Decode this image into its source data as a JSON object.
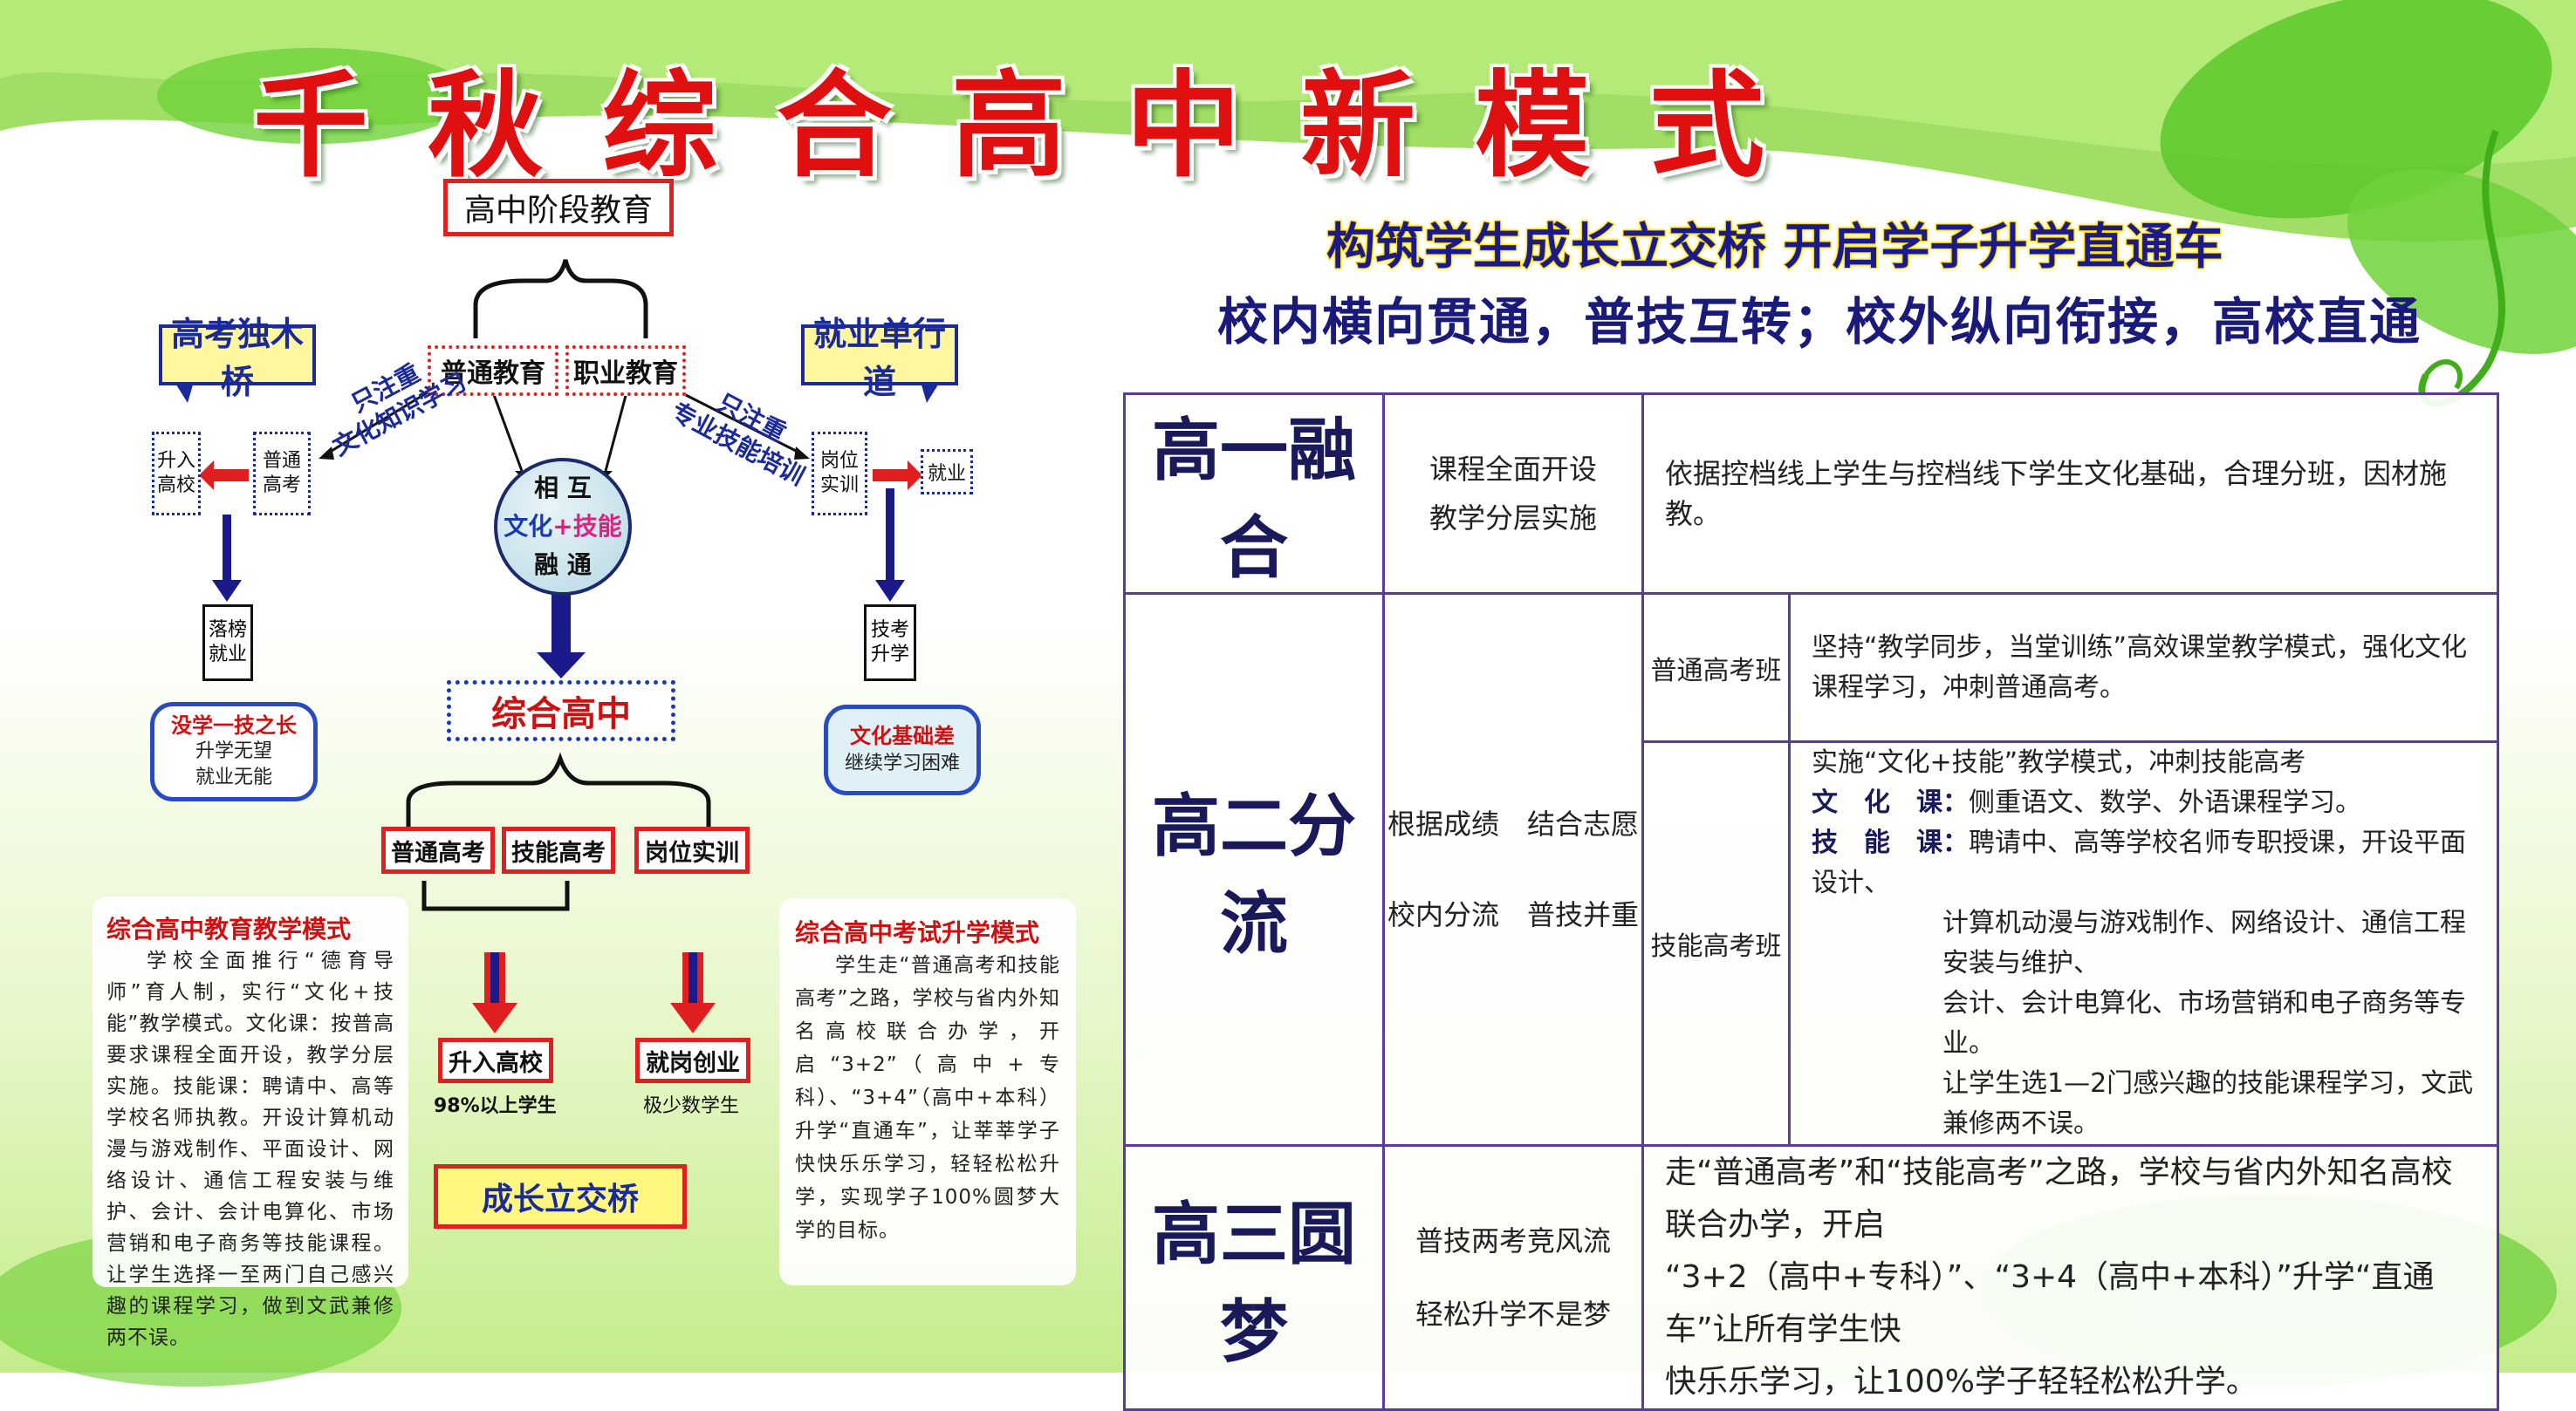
{
  "title": "千秋综合高中新模式",
  "slogan1": "构筑学生成长立交桥  开启学子升学直通车",
  "slogan2": "校内横向贯通，普技互转；校外纵向衔接，高校直通",
  "colors": {
    "title_red": "#e01010",
    "navy": "#1a1a8a",
    "green": "#7ccf3a"
  },
  "diagram": {
    "top": "高中阶段教育",
    "general": "普通教育",
    "vocational": "职业教育",
    "left_callout": "高考独木桥",
    "right_callout": "就业单行道",
    "left_arrow_label_1": "只注重",
    "left_arrow_label_2": "文化知识学习",
    "right_arrow_label_1": "只注重",
    "right_arrow_label_2": "专业技能培训",
    "enter_uni": "升入高校",
    "gen_exam": "普通高考",
    "post_train": "岗位实训",
    "employ": "就业",
    "circle_l1": "相 互",
    "circle_l2a": "文化",
    "circle_plus": "+",
    "circle_l2b": "技能",
    "circle_l3": "融 通",
    "fail": "落榜就业",
    "skill_exam": "技考升学",
    "left_bubble_t": "没学一技之长",
    "left_bubble_b1": "升学无望",
    "left_bubble_b2": "就业无能",
    "right_bubble_t": "文化基础差",
    "right_bubble_b": "继续学习困难",
    "comp": "综合高中",
    "b_gen": "普通高考",
    "b_skill": "技能高考",
    "b_post": "岗位实训",
    "res_uni": "升入高校",
    "res_uni_sub": "98%以上学生",
    "res_job": "就岗创业",
    "res_job_sub": "极少数学生",
    "bridge": "成长立交桥"
  },
  "panel_left": {
    "title": "综合高中教育教学模式",
    "body": "学校全面推行“德育导师”育人制，实行“文化+技能”教学模式。文化课：按普高要求课程全面开设，教学分层实施。技能课：聘请中、高等学校名师执教。开设计算机动漫与游戏制作、平面设计、网络设计、通信工程安装与维护、会计、会计电算化、市场营销和电子商务等技能课程。让学生选择一至两门自己感兴趣的课程学习，做到文武兼修两不误。"
  },
  "panel_right": {
    "title": "综合高中考试升学模式",
    "body": "学生走“普通高考和技能高考”之路，学校与省内外知名高校联合办学，开启“3+2”（高中+专科）、“3+4”（高中+本科）升学“直通车”，让莘莘学子快快乐乐学习，轻轻松松升学，实现学子100%圆梦大学的目标。"
  },
  "grid": {
    "r1": {
      "name": "高一融合",
      "mid1": "课程全面开设",
      "mid2": "教学分层实施",
      "desc": "依据控档线上学生与控档线下学生文化基础，合理分班，因材施教。"
    },
    "r2": {
      "name": "高二分流",
      "mid1": "根据成绩　结合志愿",
      "mid2": "校内分流　普技并重",
      "c1": "普通高考班",
      "d1": "坚持“教学同步，当堂训练”高效课堂教学模式，强化文化课程学习，冲刺普通高考。",
      "c2": "技能高考班",
      "d2a": "实施“文化+技能”教学模式，冲刺技能高考",
      "d2b_label": "文　化　课：",
      "d2b": "侧重语文、数学、外语课程学习。",
      "d2c_label": "技　能　课：",
      "d2c": "聘请中、高等学校名师专职授课，开设平面设计、",
      "d2d": "计算机动漫与游戏制作、网络设计、通信工程安装与维护、",
      "d2e": "会计、会计电算化、市场营销和电子商务等专业。",
      "d2f": "让学生选1—2门感兴趣的技能课程学习，文武兼修两不误。"
    },
    "r3": {
      "name": "高三圆梦",
      "mid1": "普技两考竞风流",
      "mid2": "轻松升学不是梦",
      "d1": "走“普通高考”和“技能高考”之路，学校与省内外知名高校联合办学，开启",
      "d2": "“3+2（高中+专科）”、“3+4（高中+本科）”升学“直通车”让所有学生快",
      "d3": "快乐乐学习，让100%学子轻轻松松升学。"
    }
  }
}
